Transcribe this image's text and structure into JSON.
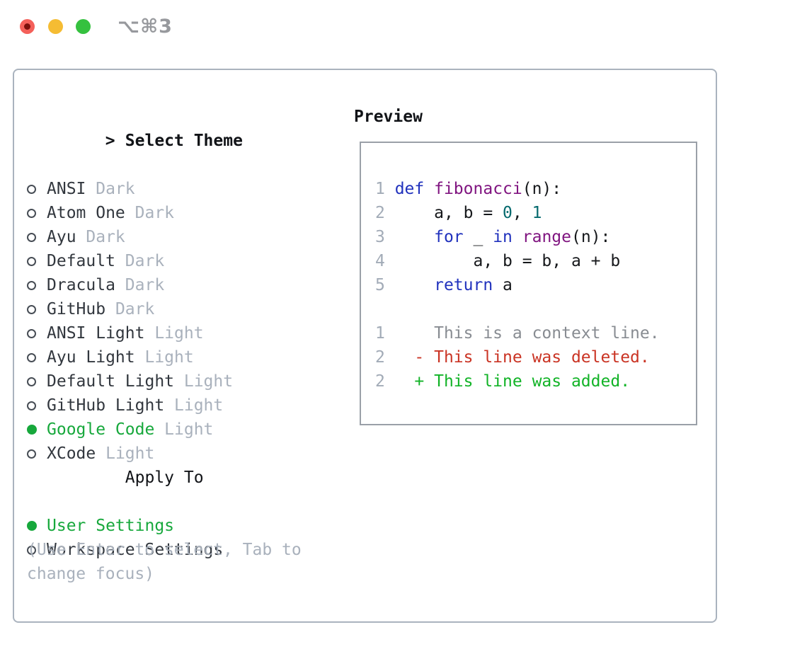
{
  "window": {
    "title": "⌥⌘3",
    "traffic_lights": [
      "close",
      "minimize",
      "zoom"
    ]
  },
  "theme_picker": {
    "header": {
      "prefix": ">",
      "label": "Select Theme"
    },
    "themes": [
      {
        "name": "ANSI",
        "variant": "Dark",
        "selected": false
      },
      {
        "name": "Atom One",
        "variant": "Dark",
        "selected": false
      },
      {
        "name": "Ayu",
        "variant": "Dark",
        "selected": false
      },
      {
        "name": "Default",
        "variant": "Dark",
        "selected": false
      },
      {
        "name": "Dracula",
        "variant": "Dark",
        "selected": false
      },
      {
        "name": "GitHub",
        "variant": "Dark",
        "selected": false
      },
      {
        "name": "ANSI Light",
        "variant": "Light",
        "selected": false
      },
      {
        "name": "Ayu Light",
        "variant": "Light",
        "selected": false
      },
      {
        "name": "Default Light",
        "variant": "Light",
        "selected": false
      },
      {
        "name": "GitHub Light",
        "variant": "Light",
        "selected": false
      },
      {
        "name": "Google Code",
        "variant": "Light",
        "selected": true
      },
      {
        "name": "XCode",
        "variant": "Light",
        "selected": false
      }
    ],
    "apply_to": {
      "label": "Apply To",
      "options": [
        {
          "label": "User Settings",
          "selected": true
        },
        {
          "label": "Workspace Settings",
          "selected": false
        }
      ]
    },
    "hint": "(Use Enter to select, Tab to change focus)"
  },
  "preview": {
    "label": "Preview",
    "code_lines": [
      {
        "num": "1",
        "tokens": [
          {
            "t": "def",
            "c": "kw"
          },
          {
            "t": " ",
            "c": "pl"
          },
          {
            "t": "fibonacci",
            "c": "fn"
          },
          {
            "t": "(n):",
            "c": "pl"
          }
        ]
      },
      {
        "num": "2",
        "tokens": [
          {
            "t": "    a, b = ",
            "c": "pl"
          },
          {
            "t": "0",
            "c": "lit"
          },
          {
            "t": ", ",
            "c": "pl"
          },
          {
            "t": "1",
            "c": "lit"
          }
        ]
      },
      {
        "num": "3",
        "tokens": [
          {
            "t": "    ",
            "c": "pl"
          },
          {
            "t": "for",
            "c": "kw"
          },
          {
            "t": " _ ",
            "c": "pl"
          },
          {
            "t": "in",
            "c": "kw"
          },
          {
            "t": " ",
            "c": "pl"
          },
          {
            "t": "range",
            "c": "fn"
          },
          {
            "t": "(n):",
            "c": "pl"
          }
        ]
      },
      {
        "num": "4",
        "tokens": [
          {
            "t": "        a, b = b, a + b",
            "c": "pl"
          }
        ]
      },
      {
        "num": "5",
        "tokens": [
          {
            "t": "    ",
            "c": "pl"
          },
          {
            "t": "return",
            "c": "kw"
          },
          {
            "t": " a",
            "c": "pl"
          }
        ]
      },
      {
        "num": "",
        "tokens": []
      },
      {
        "num": "1",
        "tokens": [
          {
            "t": "    This is a context line.",
            "c": "ctx"
          }
        ]
      },
      {
        "num": "2",
        "tokens": [
          {
            "t": "  - This line was deleted.",
            "c": "del"
          }
        ]
      },
      {
        "num": "2",
        "tokens": [
          {
            "t": "  + This line was added.",
            "c": "add"
          }
        ]
      }
    ]
  },
  "colors": {
    "accent_green": "#17a83c",
    "traffic_red": "#f4605a",
    "traffic_red_dot": "#7c100c",
    "traffic_yellow": "#f5bc33",
    "traffic_green": "#35c13f",
    "title_gray": "#97999d",
    "panel_border": "#aab3be",
    "preview_border": "#9aa0a8",
    "circle_outline": "#474d55",
    "header_text": "#111317",
    "dark_text": "#32373e",
    "muted": "#a9b1bc",
    "line_number": "#a2abb7",
    "plain": "#16181b",
    "keyword": "#2132bd",
    "function": "#801580",
    "literal": "#066a6e",
    "context": "#888c92",
    "deleted": "#ca3424",
    "added": "#12b327"
  }
}
